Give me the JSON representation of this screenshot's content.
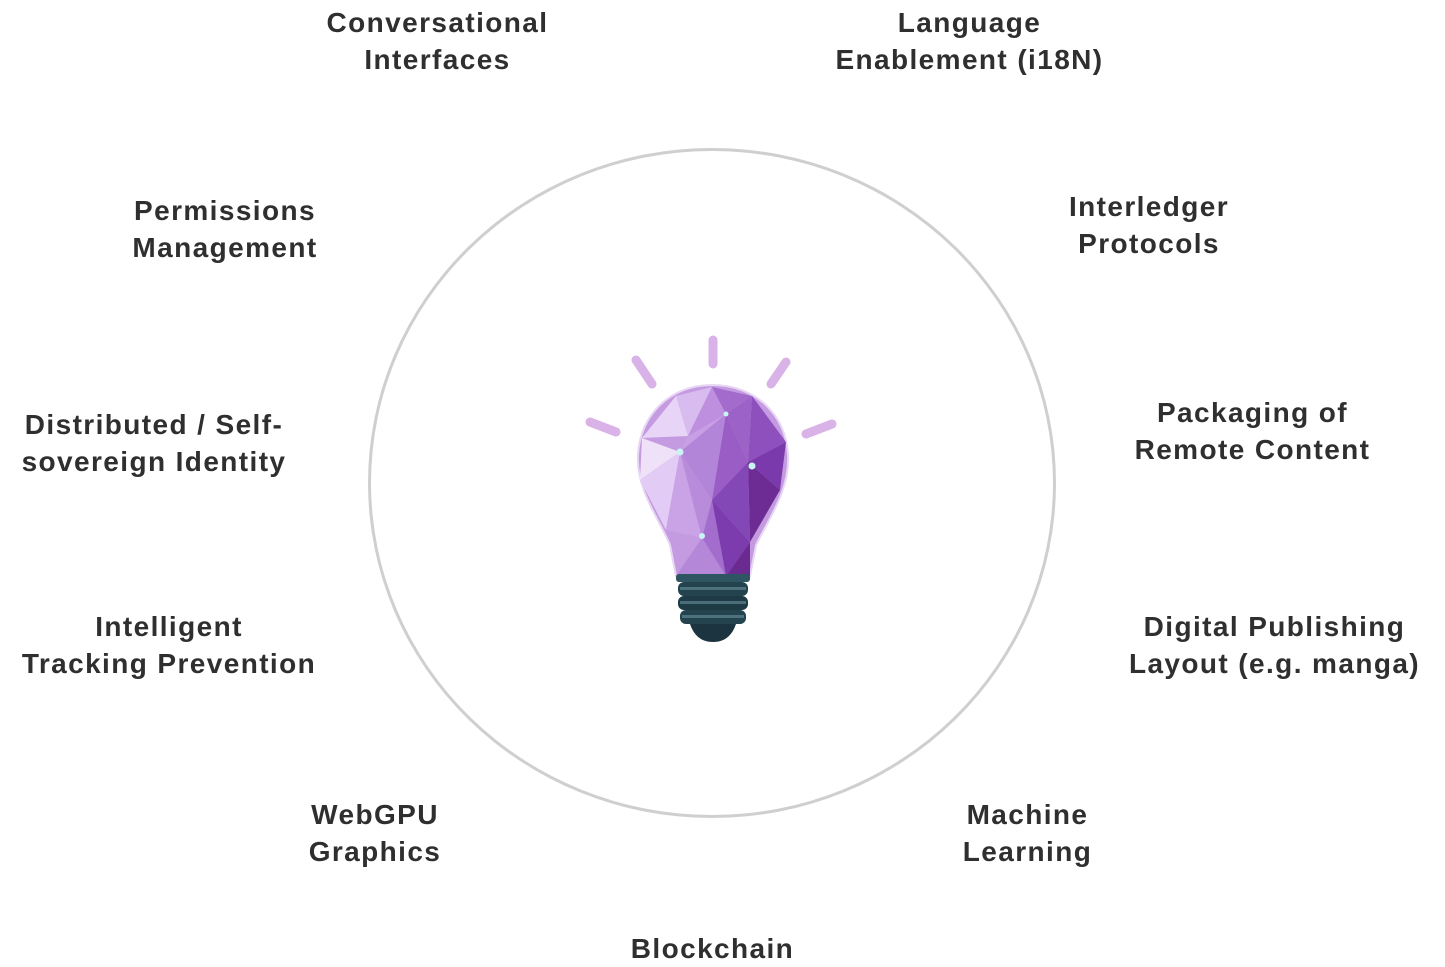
{
  "diagram": {
    "center_icon": "lightbulb-icon",
    "ring_color": "#cfcfcf",
    "colors": {
      "text": "#2f2f2f",
      "bulb_purple": "#9b5fc0",
      "bulb_light": "#d9b8ef",
      "bulb_dark": "#6d2c93",
      "rays": "#d9b3e8",
      "base": "#23434f"
    },
    "topics": [
      {
        "line1": "Conversational",
        "line2": "Interfaces"
      },
      {
        "line1": "Language",
        "line2": "Enablement (i18N)"
      },
      {
        "line1": "Permissions",
        "line2": "Management"
      },
      {
        "line1": "Interledger",
        "line2": "Protocols"
      },
      {
        "line1": "Distributed / Self-",
        "line2": "sovereign Identity"
      },
      {
        "line1": "Packaging of",
        "line2": "Remote Content"
      },
      {
        "line1": "Intelligent",
        "line2": "Tracking Prevention"
      },
      {
        "line1": "Digital Publishing",
        "line2": "Layout (e.g. manga)"
      },
      {
        "line1": "WebGPU",
        "line2": "Graphics"
      },
      {
        "line1": "Machine",
        "line2": "Learning"
      },
      {
        "line1": "Blockchain",
        "line2": ""
      }
    ]
  }
}
